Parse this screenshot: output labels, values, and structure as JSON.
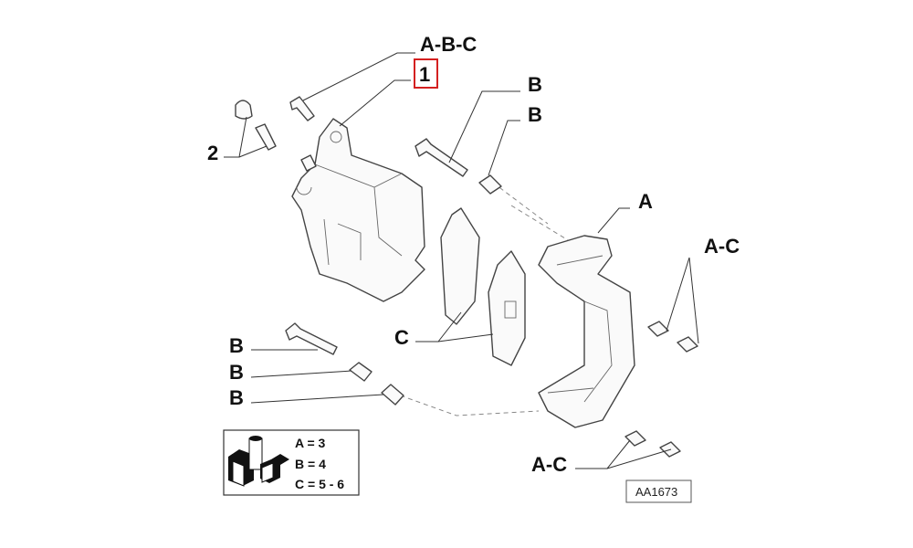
{
  "diagram": {
    "labels": {
      "abc_top": "A-B-C",
      "part_number": "1",
      "two": "2",
      "b_bolt_top": "B",
      "b_sleeve_top": "B",
      "a_bracket": "A",
      "ac_right": "A-C",
      "c_pads": "C",
      "b_bolt_left": "B",
      "b_sleeve_left": "B",
      "b_boot_left": "B",
      "ac_bottom": "A-C"
    },
    "legend": {
      "line_a": "A = 3",
      "line_b": "B = 4",
      "line_c": "C = 5 - 6"
    },
    "reference_code": "AA1673",
    "highlight_color": "#d42020"
  }
}
